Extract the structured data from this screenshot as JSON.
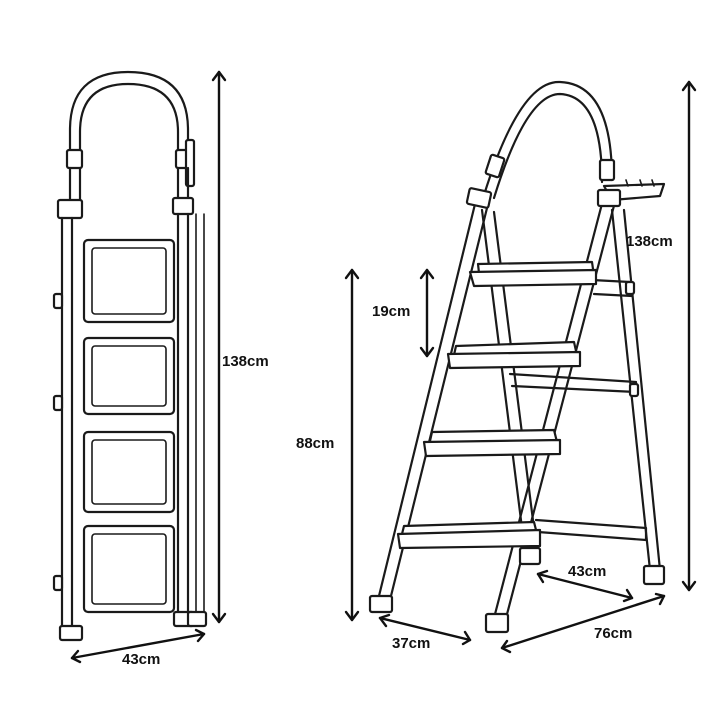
{
  "dimensions": {
    "folded_height": "138cm",
    "folded_width": "43cm",
    "open_height": "138cm",
    "step_spacing": "19cm",
    "platform_height": "88cm",
    "depth": "37cm",
    "rear_width": "43cm",
    "open_span": "76cm"
  }
}
